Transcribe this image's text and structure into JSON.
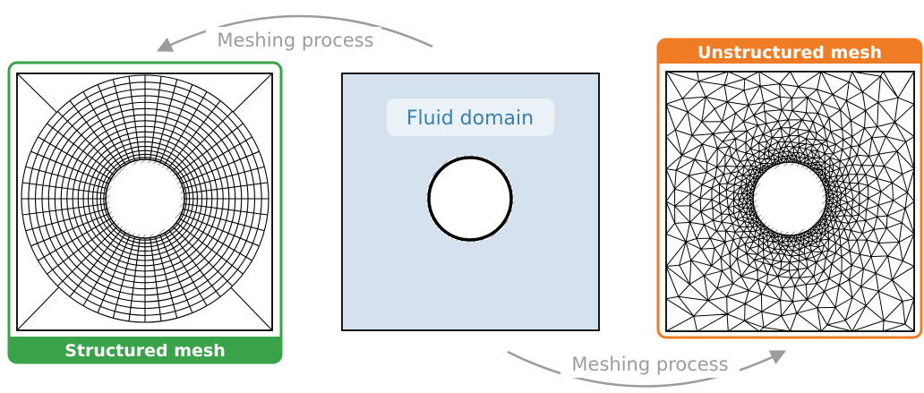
{
  "labels": {
    "structured": "Structured mesh",
    "unstructured": "Unstructured mesh",
    "fluid_domain": "Fluid domain",
    "process_top": "Meshing process",
    "process_bottom": "Meshing process"
  },
  "colors": {
    "structured_accent": "#3aa34a",
    "unstructured_accent": "#f07d26",
    "fluid_fill": "#d3e2ee",
    "fluid_text": "#3a7fae",
    "arrow": "#9c9c9c",
    "mesh_line": "#000000"
  },
  "icons": {
    "top_arrow": "curved-arrow-left-icon",
    "bottom_arrow": "curved-arrow-right-icon"
  }
}
